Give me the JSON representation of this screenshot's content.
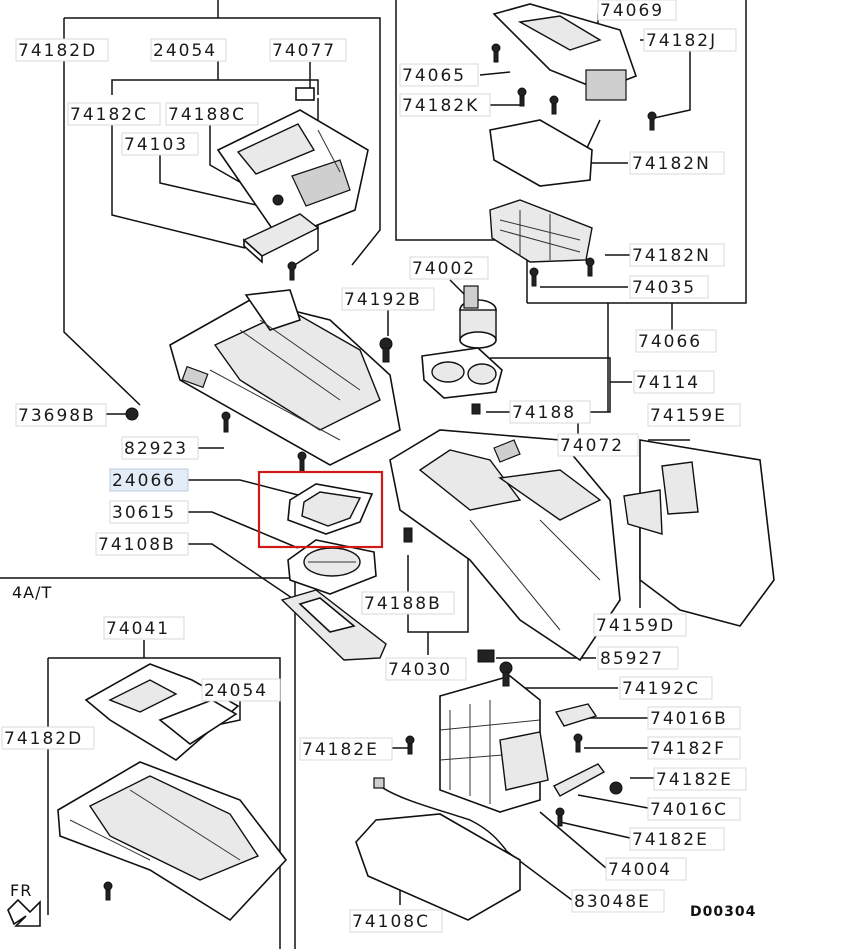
{
  "diagram_code": "D00304",
  "section_title": "4A/T",
  "direction_label": "FR",
  "callouts": [
    "74182D",
    "24054",
    "74077",
    "74182C",
    "74188C",
    "74103",
    "73698B",
    "82923",
    "24066",
    "30615",
    "74108B",
    "74192B",
    "74002",
    "74065",
    "74182K",
    "74069",
    "74182J",
    "74182N",
    "74182N",
    "74035",
    "74066",
    "74114",
    "74188",
    "74072",
    "74159E",
    "74188B",
    "74030",
    "74159D",
    "85927",
    "74192C",
    "74016B",
    "74182E",
    "74182F",
    "74182E",
    "74016C",
    "74182E",
    "74004",
    "83048E",
    "74108C",
    "74041",
    "24054",
    "74182D"
  ],
  "highlighted_callout": "24066",
  "colors": {
    "highlight_box": "#d01919",
    "highlight_label_bg": "#e3edf7",
    "line": "#111111"
  }
}
